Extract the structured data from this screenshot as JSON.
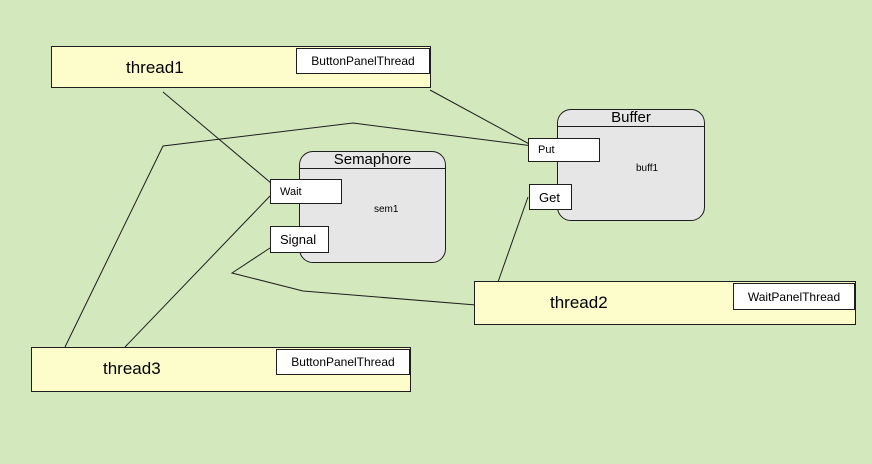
{
  "threads": {
    "thread1": {
      "name": "thread1",
      "type": "ButtonPanelThread"
    },
    "thread2": {
      "name": "thread2",
      "type": "WaitPanelThread"
    },
    "thread3": {
      "name": "thread3",
      "type": "ButtonPanelThread"
    }
  },
  "semaphore": {
    "class_name": "Semaphore",
    "instance": "sem1",
    "ports": {
      "wait": "Wait",
      "signal": "Signal"
    }
  },
  "buffer": {
    "class_name": "Buffer",
    "instance": "buff1",
    "ports": {
      "put": "Put",
      "get": "Get"
    }
  }
}
